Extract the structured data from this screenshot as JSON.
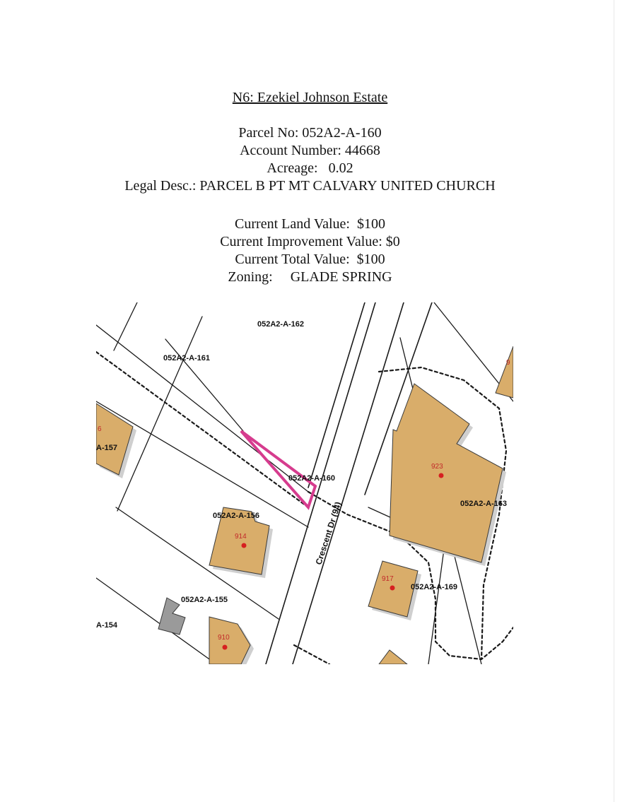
{
  "title": "N6: Ezekiel Johnson Estate",
  "parcel": {
    "parcel_no": "Parcel No: 052A2-A-160",
    "account_number": "Account Number: 44668",
    "acreage": "Acreage:   0.02",
    "legal_desc": "Legal Desc.: PARCEL B PT MT CALVARY UNITED CHURCH"
  },
  "values": {
    "land": "Current Land Value:  $100",
    "improvement": "Current Improvement Value: $0",
    "total": "Current Total Value:  $100",
    "zoning": "Zoning:     GLADE SPRING"
  },
  "map": {
    "highlight_color": "#d63c8e",
    "building_color": "#d9ad6a",
    "shed_color": "#9a9a9a",
    "parcel_labels": {
      "p162": "052A2-A-162",
      "p161": "052A2-A-161",
      "p160": "052A2-A-160",
      "p156": "052A2-A-156",
      "p155": "052A2-A-155",
      "p163": "052A2-A-163",
      "p169": "052A2-A-169",
      "p157": "A-157",
      "p154": "A-154",
      "cut_6": "6",
      "cut_9": "9"
    },
    "addresses": {
      "a914": "914",
      "a923": "923",
      "a917": "917",
      "a910": "910"
    },
    "road_label": "Crescent Dr (94)"
  }
}
